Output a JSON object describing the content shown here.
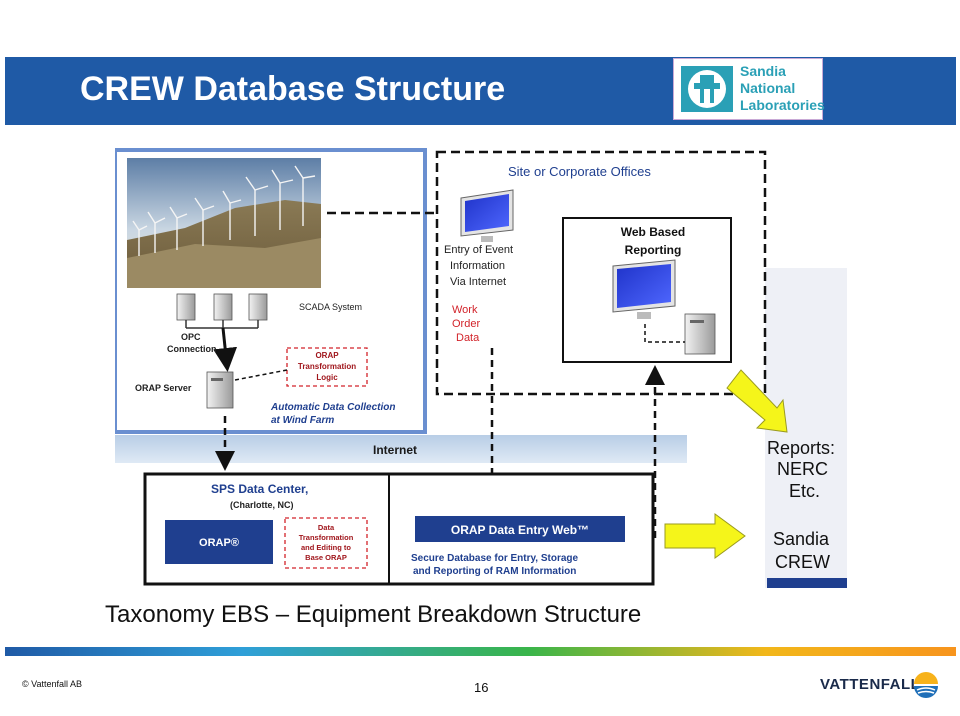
{
  "header": {
    "title": "CREW Database Structure",
    "logo_text": "Sandia\nNational\nLaboratories"
  },
  "diagram": {
    "site_offices": "Site or Corporate Offices",
    "entry_of_event": [
      "Entry of Event",
      "Information",
      "Via Internet"
    ],
    "work_order": [
      "Work",
      "Order",
      "Data"
    ],
    "web_reporting": [
      "Web Based",
      "Reporting"
    ],
    "scada": "SCADA System",
    "opc": [
      "OPC",
      "Connection"
    ],
    "orap_server": "ORAP Server",
    "orap_transformation": [
      "ORAP",
      "Transformation",
      "Logic"
    ],
    "auto_collection": [
      "Automatic Data Collection",
      "at Wind Farm"
    ],
    "internet": "Internet",
    "sps_center": [
      "SPS Data Center,",
      "(Charlotte, NC)"
    ],
    "orap_box": "ORAP®",
    "data_transform": [
      "Data",
      "Transformation",
      "and Editing to",
      "Base ORAP"
    ],
    "orap_entry": "ORAP Data Entry Web™",
    "secure_db": [
      "Secure Database for Entry, Storage",
      "and Reporting of RAM Information"
    ],
    "reports": [
      "Reports:",
      "NERC",
      "Etc."
    ],
    "sandia_crew": [
      "Sandia",
      "CREW"
    ],
    "colors": {
      "red": "#d2232a",
      "navy": "#1f3f8f",
      "yellow": "#f5f51a",
      "monitor": "#2a3fd6"
    }
  },
  "caption": "Taxonomy EBS – Equipment Breakdown Structure",
  "footer": {
    "copyright": "© Vattenfall AB",
    "page_number": "16",
    "brand": "VATTENFALL"
  }
}
